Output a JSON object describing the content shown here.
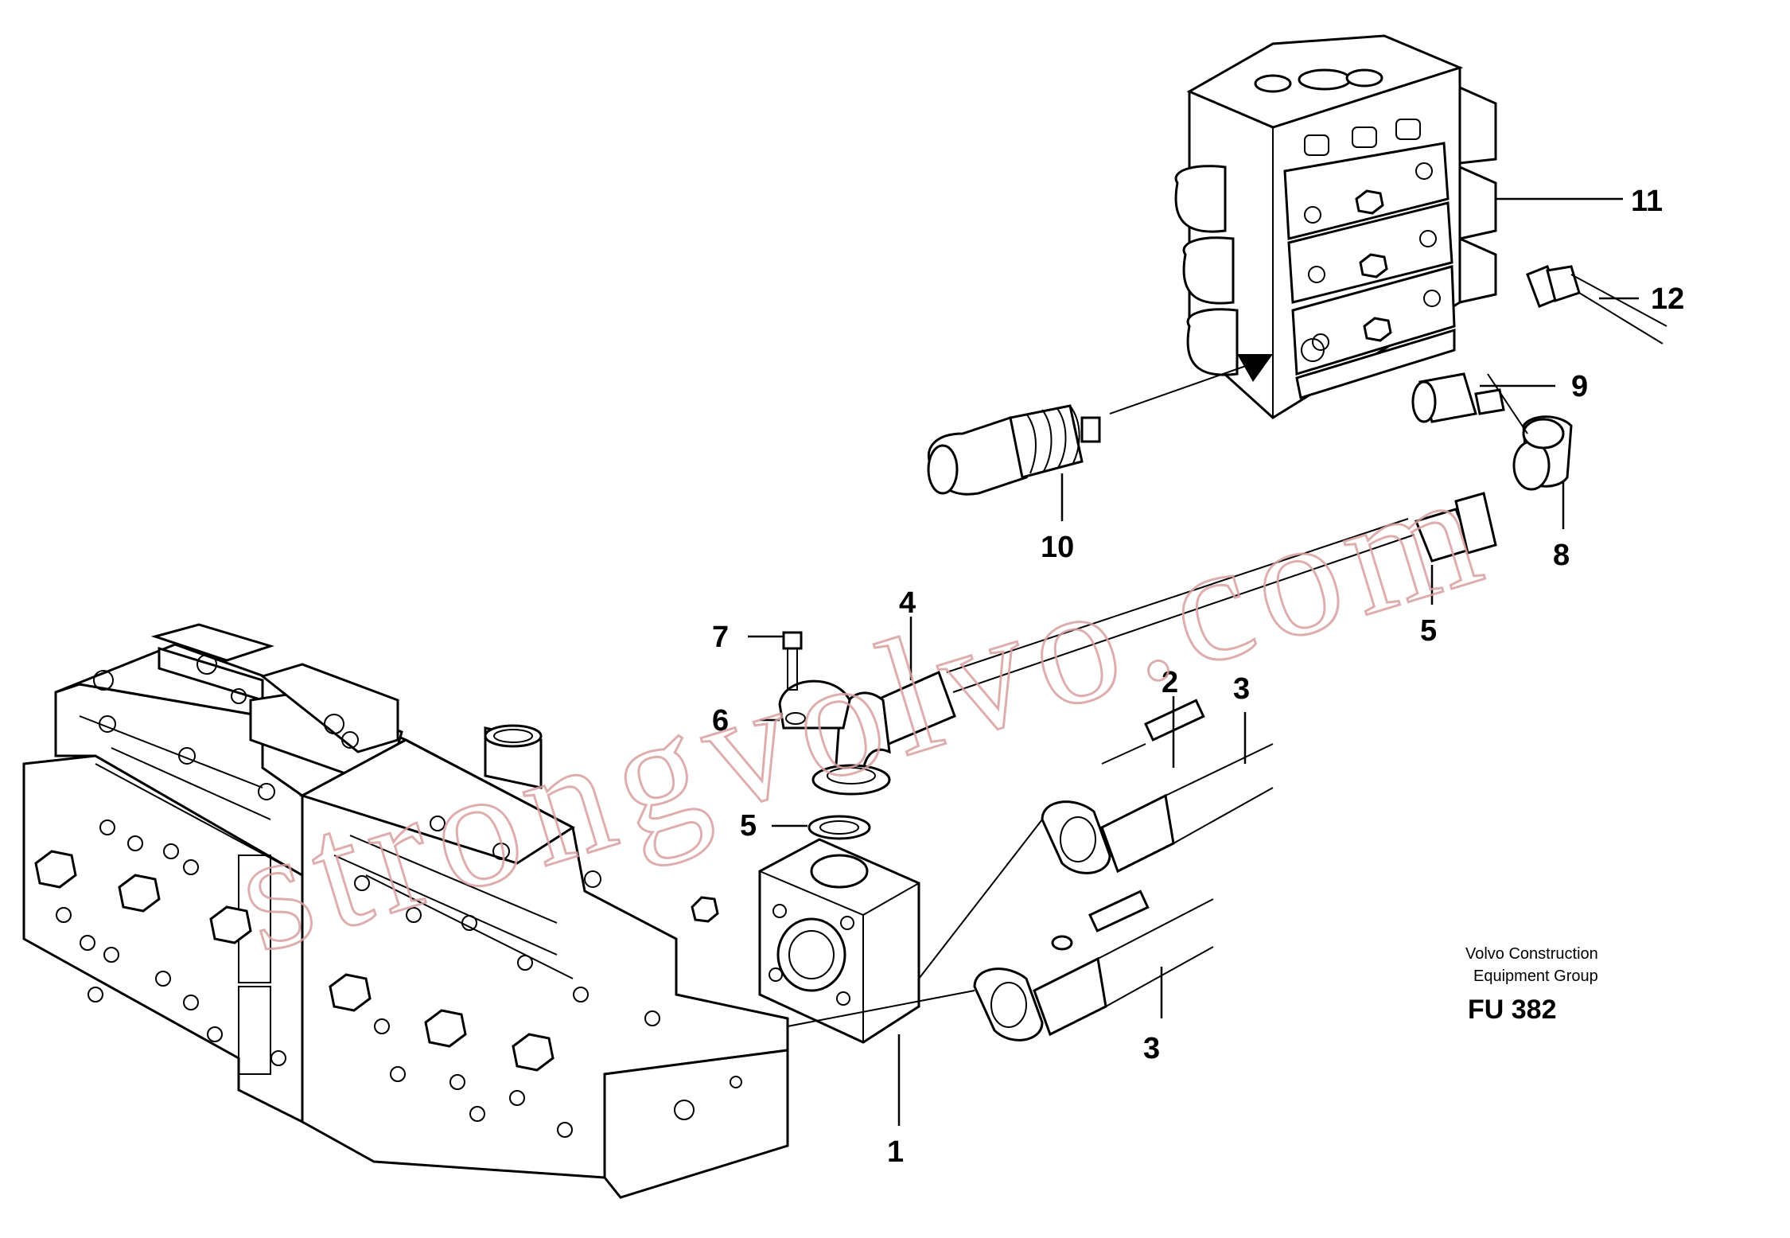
{
  "diagram": {
    "callouts": [
      {
        "id": "c1",
        "label": "1"
      },
      {
        "id": "c2",
        "label": "2"
      },
      {
        "id": "c3a",
        "label": "3"
      },
      {
        "id": "c3b",
        "label": "3"
      },
      {
        "id": "c4",
        "label": "4"
      },
      {
        "id": "c5a",
        "label": "5"
      },
      {
        "id": "c5b",
        "label": "5"
      },
      {
        "id": "c6",
        "label": "6"
      },
      {
        "id": "c7",
        "label": "7"
      },
      {
        "id": "c8",
        "label": "8"
      },
      {
        "id": "c9",
        "label": "9"
      },
      {
        "id": "c10",
        "label": "10"
      },
      {
        "id": "c11",
        "label": "11"
      },
      {
        "id": "c12",
        "label": "12"
      }
    ],
    "credit_line1": "Volvo Construction",
    "credit_line2": "Equipment Group",
    "figure_code": "FU 382"
  },
  "watermark": {
    "text": "strongvolvo.com",
    "color": "#d9a0a0"
  }
}
